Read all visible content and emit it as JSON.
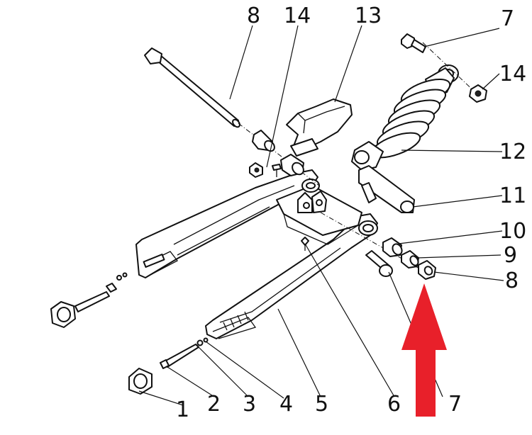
{
  "callouts": [
    {
      "id": "c1",
      "text": "1"
    },
    {
      "id": "c2",
      "text": "2"
    },
    {
      "id": "c3",
      "text": "3"
    },
    {
      "id": "c4",
      "text": "4"
    },
    {
      "id": "c5",
      "text": "5"
    },
    {
      "id": "c6",
      "text": "6"
    },
    {
      "id": "c7b",
      "text": "7"
    },
    {
      "id": "c8r",
      "text": "8"
    },
    {
      "id": "c9",
      "text": "9"
    },
    {
      "id": "c10",
      "text": "10"
    },
    {
      "id": "c11",
      "text": "11"
    },
    {
      "id": "c12",
      "text": "12"
    },
    {
      "id": "c14r",
      "text": "14"
    },
    {
      "id": "c7t",
      "text": "7"
    },
    {
      "id": "c8t",
      "text": "8"
    },
    {
      "id": "c14t",
      "text": "14"
    },
    {
      "id": "c13",
      "text": "13"
    }
  ],
  "colors": {
    "line": "#111111",
    "background": "#ffffff",
    "arrow": "#e8202a"
  },
  "indicator": {
    "icon": "up-arrow-icon",
    "target_callout": "8"
  }
}
